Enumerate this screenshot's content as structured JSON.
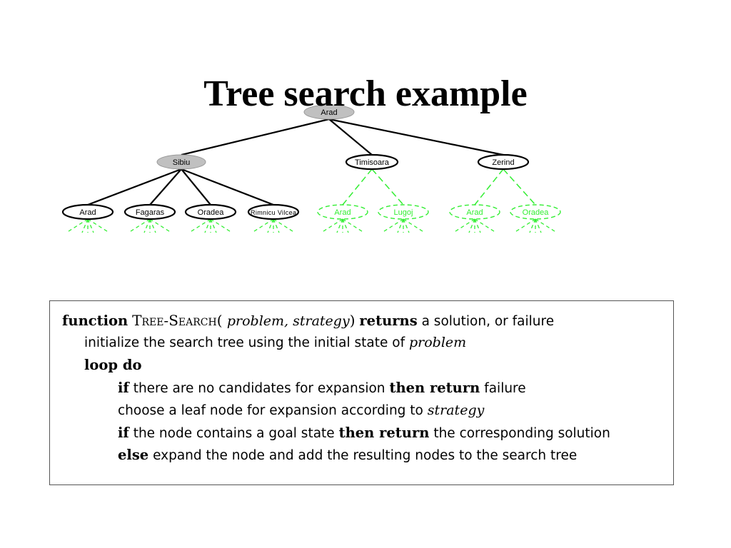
{
  "slide": {
    "title": "Tree search example"
  },
  "tree": {
    "root": {
      "label": "Arad",
      "expanded": true
    },
    "level1": [
      {
        "label": "Sibiu",
        "expanded": true
      },
      {
        "label": "Timisoara",
        "expanded": false
      },
      {
        "label": "Zerind",
        "expanded": false
      }
    ],
    "level2": [
      {
        "label": "Arad",
        "parent": "Sibiu",
        "generated": true
      },
      {
        "label": "Fagaras",
        "parent": "Sibiu",
        "generated": true
      },
      {
        "label": "Oradea",
        "parent": "Sibiu",
        "generated": true
      },
      {
        "label": "Rimnicu Vilcea",
        "parent": "Sibiu",
        "generated": true
      },
      {
        "label": "Arad",
        "parent": "Timisoara",
        "generated": false
      },
      {
        "label": "Lugoj",
        "parent": "Timisoara",
        "generated": false
      },
      {
        "label": "Arad",
        "parent": "Zerind",
        "generated": false
      },
      {
        "label": "Oradea",
        "parent": "Zerind",
        "generated": false
      }
    ],
    "colors": {
      "edge": "#000000",
      "expanded_fill": "#c0c0c0",
      "node_fill": "#ffffff",
      "ungenerated": "#33ee33"
    }
  },
  "algorithm": {
    "line1": {
      "kw_function": "function",
      "name": "Tree-Search",
      "open": "( ",
      "params": "problem, strategy",
      "close": ")",
      "kw_returns": "returns",
      "rest": "a solution, or failure"
    },
    "line2": {
      "text": "initialize the search tree using the initial state of",
      "var": "problem"
    },
    "line3": {
      "kw": "loop do"
    },
    "line4": {
      "kw_if": "if",
      "text": "there are no candidates for expansion",
      "kw_then": "then return",
      "rest": "failure"
    },
    "line5": {
      "text": "choose a leaf node for expansion according to",
      "var": "strategy"
    },
    "line6": {
      "kw_if": "if",
      "text": "the node contains a goal state",
      "kw_then": "then return",
      "rest": "the corresponding solution"
    },
    "line7": {
      "kw_else": "else",
      "text": "expand the node and add the resulting nodes to the search tree"
    }
  }
}
